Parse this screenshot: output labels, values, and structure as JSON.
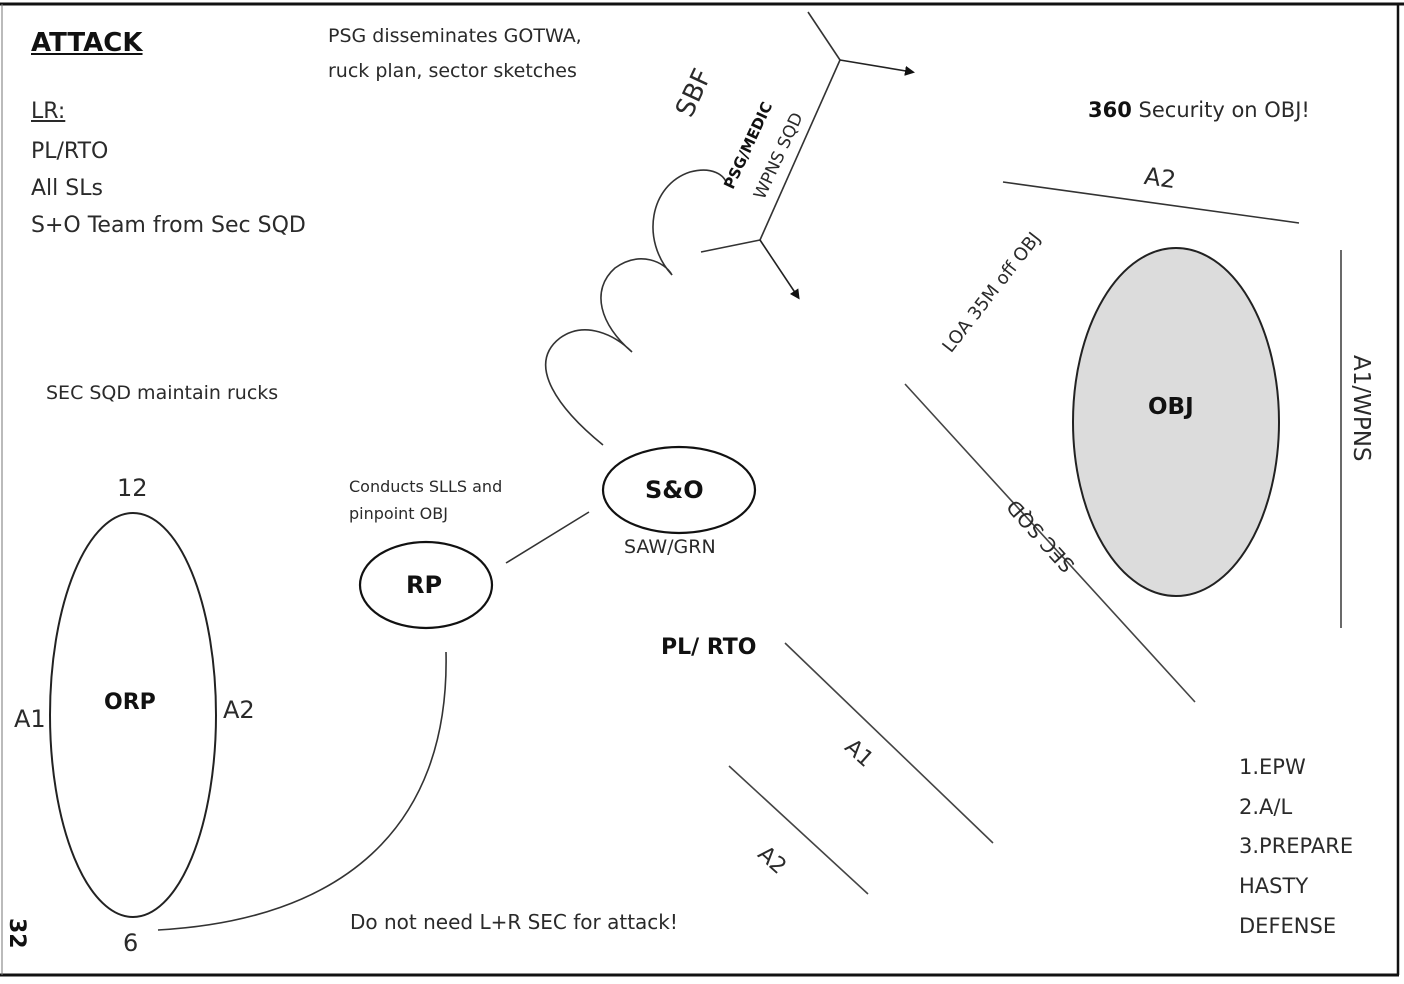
{
  "header": {
    "title": "ATTACK",
    "lr_label": "LR:",
    "lr_items": [
      "PL/RTO",
      "All SLs",
      "S+O Team from Sec SQD"
    ]
  },
  "notes": {
    "psg_note_line1": "PSG disseminates GOTWA,",
    "psg_note_line2": "ruck plan, sector sketches",
    "security_bold": "360",
    "security_text": "Security on OBJ!",
    "sec_sqd_rucks": "SEC SQD maintain rucks",
    "slls_line1": "Conducts SLLS and",
    "slls_line2": "pinpoint OBJ",
    "no_lr_sec": "Do not need L+R SEC for attack!",
    "page_number": "32"
  },
  "orp": {
    "label": "ORP",
    "top_label": "12",
    "bottom_label": "6",
    "left_label": "A1",
    "right_label": "A2"
  },
  "rp": {
    "label": "RP"
  },
  "s_and_o": {
    "label": "S&O",
    "sublabel": "SAW/GRN"
  },
  "sbf": {
    "label": "SBF",
    "line1": "PSG/MEDIC",
    "line2": "WPNS SQD"
  },
  "objective": {
    "label": "OBJ",
    "top_line_label": "A2",
    "right_line_label": "A1/WPNS",
    "loa_label": "LOA 35M off OBJ",
    "sec_sqd_label": "SEC SQD",
    "fill_color": "#dcdcdc"
  },
  "pl_rto": {
    "label": "PL/ RTO",
    "line_a1": "A1",
    "line_a2": "A2"
  },
  "actions_on_obj": {
    "items": [
      "1.EPW",
      "2.A/L",
      "3.PREPARE",
      "HASTY",
      "DEFENSE"
    ]
  }
}
